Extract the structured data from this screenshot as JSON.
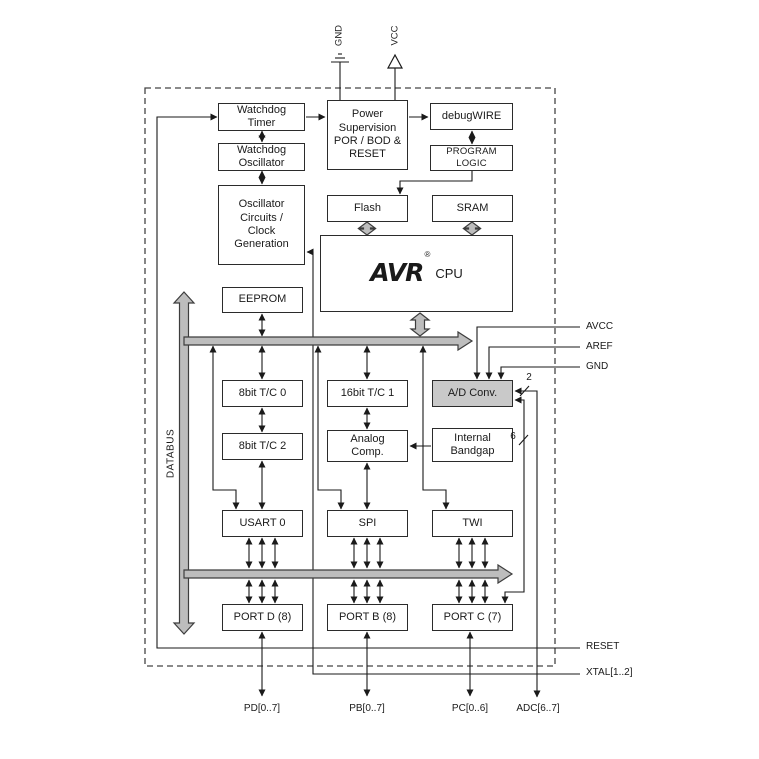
{
  "power": {
    "gnd": "GND",
    "vcc": "VCC"
  },
  "blocks": {
    "watchdog_timer": "Watchdog\nTimer",
    "watchdog_oscillator": "Watchdog\nOscillator",
    "oscillator_circuits": "Oscillator\nCircuits /\nClock\nGeneration",
    "power_supervision": "Power\nSupervision\nPOR / BOD &\nRESET",
    "debugwire": "debugWIRE",
    "program_logic": "PROGRAM\nLOGIC",
    "flash": "Flash",
    "sram": "SRAM",
    "cpu_logo": "AVR",
    "cpu_reg": "®",
    "cpu": "CPU",
    "eeprom": "EEPROM",
    "tc0": "8bit T/C 0",
    "tc1": "16bit T/C 1",
    "adc": "A/D Conv.",
    "tc2": "8bit T/C 2",
    "analog_comp": "Analog\nComp.",
    "internal_bandgap": "Internal\nBandgap",
    "usart0": "USART 0",
    "spi": "SPI",
    "twi": "TWI",
    "port_d": "PORT D (8)",
    "port_b": "PORT B (8)",
    "port_c": "PORT C (7)"
  },
  "bus": {
    "databus": "DATABUS"
  },
  "pins": {
    "avcc": "AVCC",
    "aref": "AREF",
    "gnd_right": "GND",
    "reset": "RESET",
    "xtal": "XTAL[1..2]",
    "pd": "PD[0..7]",
    "pb": "PB[0..7]",
    "pc": "PC[0..6]",
    "adc_pins": "ADC[6..7]"
  },
  "wire_counts": {
    "adc_pins": "2",
    "portc_adc": "6"
  },
  "colors": {
    "box_border": "#2b2b2b",
    "adc_fill": "#c9c9c9",
    "bus_fill": "#bdbdbd"
  }
}
